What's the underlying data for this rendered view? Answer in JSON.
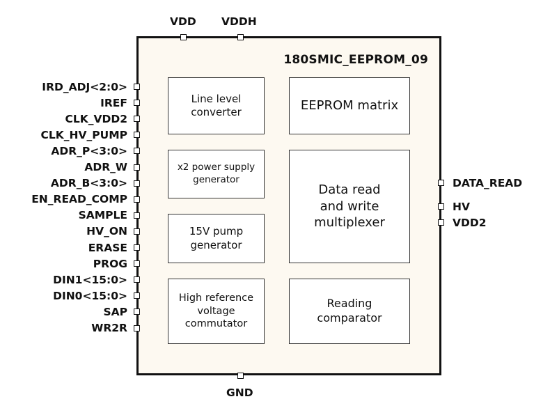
{
  "chip": {
    "name": "180SMIC_EEPROM_09",
    "colors": {
      "body_fill": "#fdf9f1",
      "border": "#111111",
      "block_fill": "#ffffff"
    }
  },
  "blocks": {
    "line_level_converter": "Line level\nconverter",
    "eeprom_matrix": "EEPROM matrix",
    "x2_power_supply": "x2 power supply\ngenerator",
    "data_read_write_mux": "Data read\nand write\nmultiplexer",
    "pump_15v": "15V pump\ngenerator",
    "high_ref_commutator": "High reference\nvoltage\ncommutator",
    "reading_comparator": "Reading\ncomparator"
  },
  "pins": {
    "top": [
      "VDD",
      "VDDH"
    ],
    "bottom": [
      "GND"
    ],
    "left": [
      "IRD_ADJ<2:0>",
      "IREF",
      "CLK_VDD2",
      "CLK_HV_PUMP",
      "ADR_P<3:0>",
      "ADR_W",
      "ADR_B<3:0>",
      "EN_READ_COMP",
      "SAMPLE",
      "HV_ON",
      "ERASE",
      "PROG",
      "DIN1<15:0>",
      "DIN0<15:0>",
      "SAP",
      "WR2R"
    ],
    "right": [
      "DATA_READ",
      "HV",
      "VDD2"
    ]
  }
}
